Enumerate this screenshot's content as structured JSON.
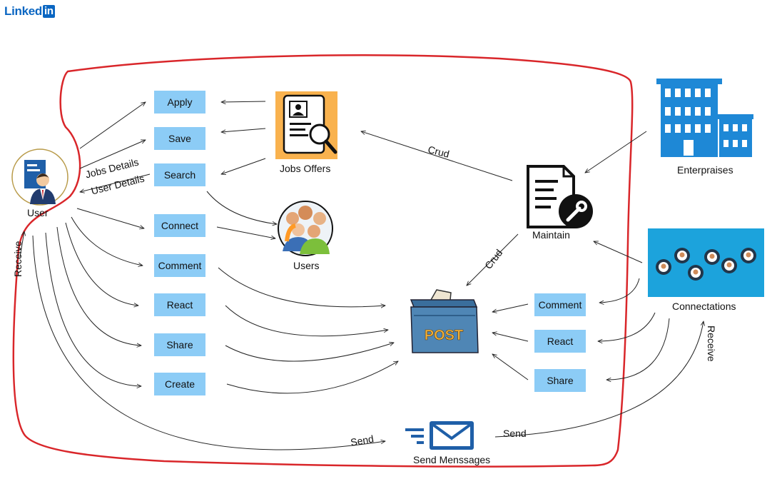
{
  "brand": {
    "word": "Linked",
    "badge": "in"
  },
  "actions_left": [
    "Apply",
    "Save",
    "Search",
    "Connect",
    "Comment",
    "React",
    "Share",
    "Create"
  ],
  "actions_right": [
    "Comment",
    "React",
    "Share"
  ],
  "labels": {
    "user": "User",
    "jobs_offers": "Jobs Offers",
    "users": "Users",
    "maintain": "Maintain",
    "enterprises": "Enterpraises",
    "connections": "Connectations",
    "send_messages": "Send Menssages",
    "jobs_details": "Jobs Details",
    "user_details": "User Details",
    "crud_top": "Crud",
    "crud_bottom": "Crud",
    "receive_left": "Receive",
    "receive_right": "Receive",
    "send_left": "Send",
    "send_right": "Send"
  },
  "post_text": "POST",
  "colors": {
    "boundary": "#d9262a",
    "box": "#8cccf6",
    "brand": "#0a66c2",
    "enterprise": "#1e88d6",
    "connections_bg": "#1ca3dc",
    "jobs_icon": "#f9b24e",
    "post_box": "#4f86b5",
    "envelope": "#1f5fa8"
  }
}
